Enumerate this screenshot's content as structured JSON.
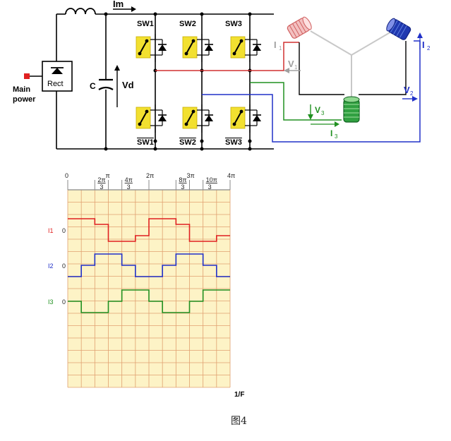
{
  "circuit": {
    "main_power": [
      "Main",
      "power"
    ],
    "rect": "Rect",
    "cap": "C",
    "vd": "Vd",
    "im": "Im",
    "switches_top": [
      "SW1",
      "SW2",
      "SW3"
    ],
    "switches_bottom": [
      "SW1",
      "SW2",
      "SW3"
    ],
    "motor": {
      "i1": "I",
      "i1_sub": "1",
      "i2": "I",
      "i2_sub": "2",
      "i3": "I",
      "i3_sub": "3",
      "v1": "V",
      "v1_sub": "1",
      "v2": "V",
      "v2_sub": "2",
      "v3": "V",
      "v3_sub": "3"
    }
  },
  "waveform": {
    "x_ticks": [
      {
        "top": "0"
      },
      {
        "num": "2π",
        "den": "3"
      },
      {
        "top": "π"
      },
      {
        "num": "4π",
        "den": "3"
      },
      {
        "top": "2π"
      },
      {
        "num": "8π",
        "den": "3"
      },
      {
        "top": "3π"
      },
      {
        "num": "10π",
        "den": "3"
      },
      {
        "top": "4π"
      }
    ],
    "x_axis_label": "1/F",
    "rows": [
      {
        "name": "I1",
        "zero": "0",
        "color": "#e02020"
      },
      {
        "name": "I2",
        "zero": "0",
        "color": "#2030c8"
      },
      {
        "name": "I3",
        "zero": "0",
        "color": "#209020"
      }
    ],
    "grid_bg": "#fdf3c6",
    "grid_line": "#e0a070"
  },
  "caption": "图4"
}
